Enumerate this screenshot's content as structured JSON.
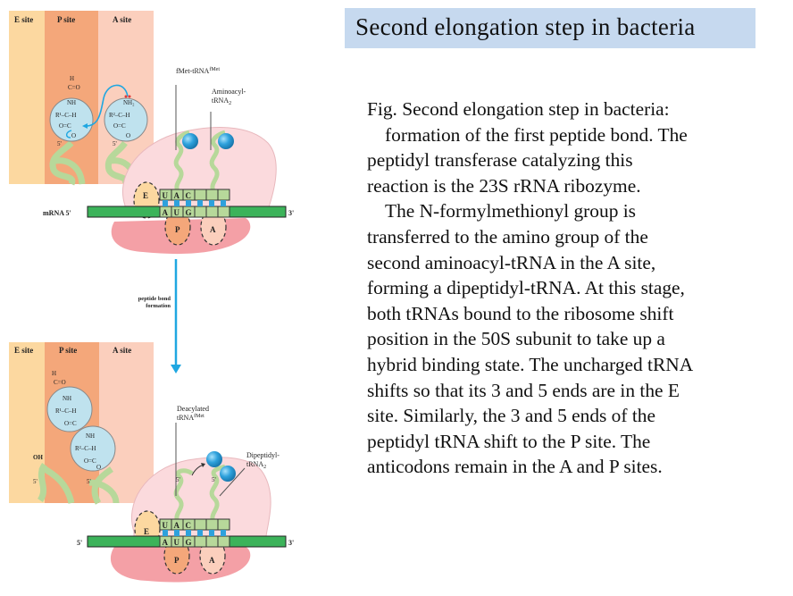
{
  "slide": {
    "title": "Second elongation step in bacteria",
    "caption_lines": [
      "Fig.   Second elongation step in bacteria:",
      "formation of the first peptide bond. The",
      "peptidyl transferase catalyzing this",
      "reaction is the 23S rRNA ribozyme.",
      "The N-formylmethionyl group is",
      "transferred to the amino group of the",
      "second aminoacyl-tRNA in the A site,",
      "forming a dipeptidyl-tRNA. At this stage,",
      "both tRNAs bound to the ribosome shift",
      "position in the 50S subunit to take up a",
      "hybrid binding state. The uncharged tRNA",
      "shifts so that its 3 and 5 ends are in the E",
      "site. Similarly, the 3 and 5 ends of the",
      "peptidyl tRNA shift to the P site. The",
      "anticodons remain in the A and P sites."
    ]
  },
  "figure": {
    "site_labels": [
      "E site",
      "P site",
      "A site"
    ],
    "top": {
      "label_fmet": "fMet-tRNA",
      "label_fmet_sup": "fMet",
      "label_aminoacyl_1": "Aminoacyl-",
      "label_aminoacyl_2": "tRNA",
      "label_aminoacyl_sub": "2",
      "mrna_label": "mRNA 5'",
      "three_prime": "3'",
      "five_prime_marks": [
        "5'",
        "5'"
      ],
      "chem_p": [
        "H",
        "C=O",
        "NH",
        "R¹–C–H",
        "O=C",
        "O"
      ],
      "chem_a": [
        "NH₂",
        "R²–C–H",
        "O=C",
        "O"
      ]
    },
    "arrow_label_1": "peptide bond",
    "arrow_label_2": "formation",
    "bottom": {
      "label_deacyl_1": "Deacylated",
      "label_deacyl_2": "tRNA",
      "label_deacyl_sup": "fMet",
      "label_dipep_1": "Dipeptidyl-",
      "label_dipep_2": "tRNA",
      "label_dipep_sub": "2",
      "five_prime": "5'",
      "three_prime": "3'",
      "oh_label": "OH",
      "five_prime_marks": [
        "5'",
        "5'"
      ],
      "chem_1": [
        "H",
        "C=O",
        "NH",
        "R¹–C–H",
        "O=C"
      ],
      "chem_2": [
        "NH",
        "R²–C–H",
        "O=C",
        "O"
      ]
    },
    "ribosome_sites": [
      "E",
      "P",
      "A"
    ],
    "anticodon": [
      "U",
      "A",
      "C"
    ],
    "codon": [
      "A",
      "U",
      "G"
    ],
    "colors": {
      "e_site": "#fcd8a0",
      "p_site": "#f4a77a",
      "a_site": "#fbcfbd",
      "large_subunit": "#fbdadd",
      "small_subunit": "#f4a0a6",
      "mrna": "#3cb35a",
      "trna": "#b7d89a",
      "amino_acid": "#2ea1dc",
      "arrow": "#1fa7e1",
      "chem_circle": "#bfe2ee",
      "title_bg": "#c6d9ef"
    }
  }
}
